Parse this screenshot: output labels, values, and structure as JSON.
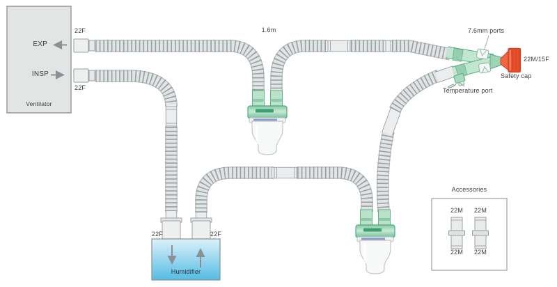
{
  "ventilator": {
    "label": "Ventilator",
    "exp_label": "EXP",
    "insp_label": "INSP",
    "exp_port_size": "22F",
    "insp_port_size": "22F"
  },
  "tubing": {
    "length_label": "1.6m"
  },
  "wye": {
    "ports_label": "7.6mm ports",
    "patient_connection_size": "22M/15F",
    "safety_cap_label": "Safety cap",
    "temperature_port_label": "Temperature port"
  },
  "humidifier": {
    "label": "Humidifier",
    "inlet_port_size": "22F",
    "outlet_port_size": "22F"
  },
  "accessories": {
    "title": "Accessories",
    "adapters": [
      {
        "top_label": "22M",
        "bottom_label": "22M"
      },
      {
        "top_label": "22M",
        "bottom_label": "22M"
      }
    ]
  },
  "icons": [
    "exp-flow-arrow",
    "insp-flow-arrow",
    "humidifier-in-arrow",
    "humidifier-out-arrow"
  ],
  "colors": {
    "tube_body": "#e2e5e6",
    "tube_ridge": "#9ba1a4",
    "wye_green": "#c2e6d1",
    "wye_green_dark": "#57ad80",
    "safety_cap_red": "#e94e2b",
    "humidifier_top": "#d9f0f9",
    "humidifier_bottom": "#55bce4",
    "water_trap_band_blue": "#8b9cce",
    "arrow_gray": "#8a9094"
  }
}
